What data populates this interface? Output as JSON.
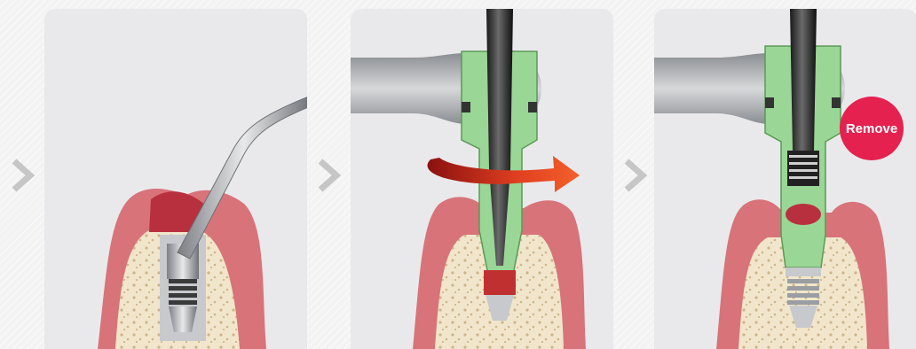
{
  "steps": [
    {
      "icon": "curved-probe-illustration"
    },
    {
      "icon": "rotate-arrow-illustration"
    },
    {
      "icon": "remove-illustration",
      "badge_label": "Remove",
      "badge_color": "#e5214f"
    }
  ],
  "colors": {
    "gum": "#d56a70",
    "bone": "#efe3c8",
    "tool_green": "#98d493",
    "panel": "#e9e9eb",
    "arrow": "#c8c8c8"
  }
}
